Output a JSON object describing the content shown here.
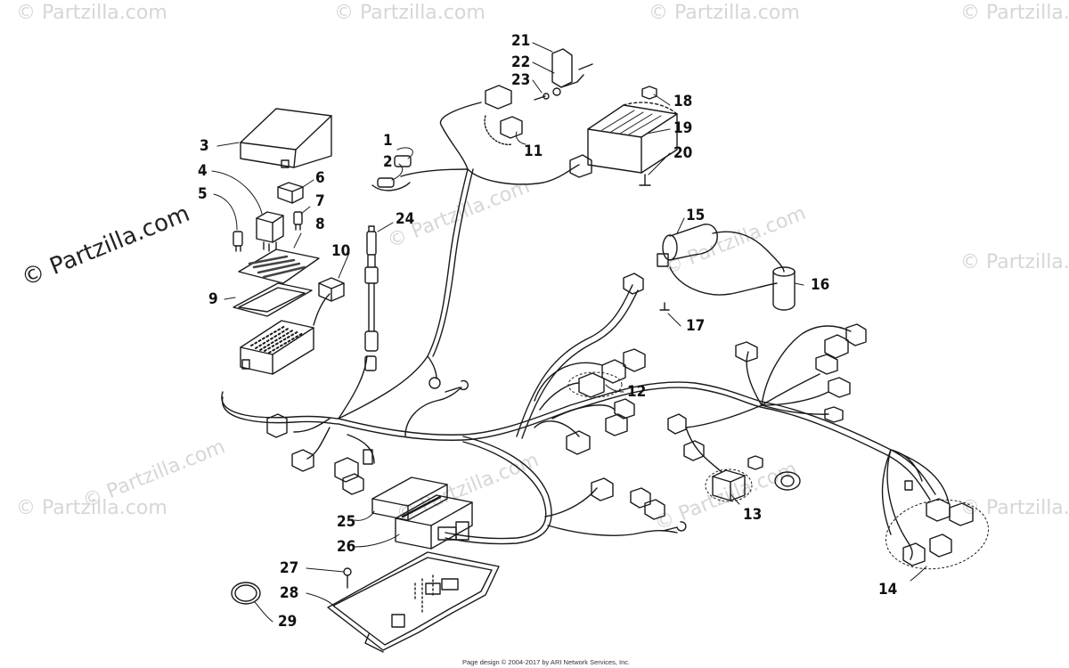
{
  "watermark": {
    "text": "© Partzilla.com"
  },
  "callouts": [
    "1",
    "2",
    "3",
    "4",
    "5",
    "6",
    "7",
    "8",
    "9",
    "10",
    "11",
    "12",
    "13",
    "14",
    "15",
    "16",
    "17",
    "18",
    "19",
    "20",
    "21",
    "22",
    "23",
    "24",
    "25",
    "26",
    "27",
    "28",
    "29"
  ],
  "footer": {
    "text": "Page design © 2004-2017 by ARI Network Services, Inc."
  }
}
